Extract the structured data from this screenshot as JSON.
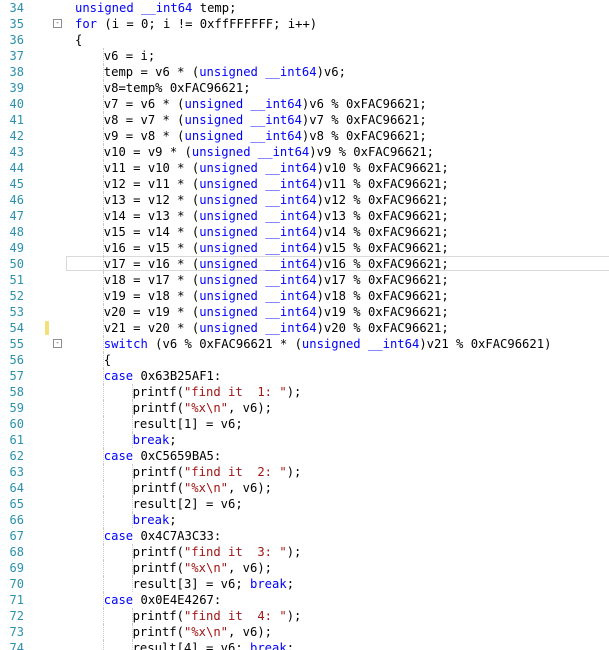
{
  "editor": {
    "lines": [
      {
        "n": "34",
        "indent": "    ",
        "segs": [
          {
            "t": "unsigned __int64",
            "c": "kw"
          },
          {
            "t": " temp;",
            "c": "txt"
          }
        ]
      },
      {
        "n": "35",
        "fold": true,
        "indent": "    ",
        "segs": [
          {
            "t": "for",
            "c": "kw"
          },
          {
            "t": " (i = 0; i != 0xffFFFFFF; i++)",
            "c": "txt"
          }
        ]
      },
      {
        "n": "36",
        "indent": "    ",
        "segs": [
          {
            "t": "{",
            "c": "txt"
          }
        ]
      },
      {
        "n": "37",
        "indent": "        ",
        "segs": [
          {
            "t": "v6 = i;",
            "c": "txt"
          }
        ]
      },
      {
        "n": "38",
        "indent": "        ",
        "segs": [
          {
            "t": "temp = v6 * (",
            "c": "txt"
          },
          {
            "t": "unsigned __int64",
            "c": "kw"
          },
          {
            "t": ")v6;",
            "c": "txt"
          }
        ]
      },
      {
        "n": "39",
        "indent": "        ",
        "segs": [
          {
            "t": "v8=temp% 0xFAC96621;",
            "c": "txt"
          }
        ]
      },
      {
        "n": "40",
        "indent": "        ",
        "segs": [
          {
            "t": "v7 = v6 * (",
            "c": "txt"
          },
          {
            "t": "unsigned __int64",
            "c": "kw"
          },
          {
            "t": ")v6 % 0xFAC96621;",
            "c": "txt"
          }
        ]
      },
      {
        "n": "41",
        "indent": "        ",
        "segs": [
          {
            "t": "v8 = v7 * (",
            "c": "txt"
          },
          {
            "t": "unsigned __int64",
            "c": "kw"
          },
          {
            "t": ")v7 % 0xFAC96621;",
            "c": "txt"
          }
        ]
      },
      {
        "n": "42",
        "indent": "        ",
        "segs": [
          {
            "t": "v9 = v8 * (",
            "c": "txt"
          },
          {
            "t": "unsigned __int64",
            "c": "kw"
          },
          {
            "t": ")v8 % 0xFAC96621;",
            "c": "txt"
          }
        ]
      },
      {
        "n": "43",
        "indent": "        ",
        "segs": [
          {
            "t": "v10 = v9 * (",
            "c": "txt"
          },
          {
            "t": "unsigned __int64",
            "c": "kw"
          },
          {
            "t": ")v9 % 0xFAC96621;",
            "c": "txt"
          }
        ]
      },
      {
        "n": "44",
        "indent": "        ",
        "segs": [
          {
            "t": "v11 = v10 * (",
            "c": "txt"
          },
          {
            "t": "unsigned __int64",
            "c": "kw"
          },
          {
            "t": ")v10 % 0xFAC96621;",
            "c": "txt"
          }
        ]
      },
      {
        "n": "45",
        "indent": "        ",
        "segs": [
          {
            "t": "v12 = v11 * (",
            "c": "txt"
          },
          {
            "t": "unsigned __int64",
            "c": "kw"
          },
          {
            "t": ")v11 % 0xFAC96621;",
            "c": "txt"
          }
        ]
      },
      {
        "n": "46",
        "indent": "        ",
        "segs": [
          {
            "t": "v13 = v12 * (",
            "c": "txt"
          },
          {
            "t": "unsigned __int64",
            "c": "kw"
          },
          {
            "t": ")v12 % 0xFAC96621;",
            "c": "txt"
          }
        ]
      },
      {
        "n": "47",
        "indent": "        ",
        "segs": [
          {
            "t": "v14 = v13 * (",
            "c": "txt"
          },
          {
            "t": "unsigned __int64",
            "c": "kw"
          },
          {
            "t": ")v13 % 0xFAC96621;",
            "c": "txt"
          }
        ]
      },
      {
        "n": "48",
        "indent": "        ",
        "segs": [
          {
            "t": "v15 = v14 * (",
            "c": "txt"
          },
          {
            "t": "unsigned __int64",
            "c": "kw"
          },
          {
            "t": ")v14 % 0xFAC96621;",
            "c": "txt"
          }
        ]
      },
      {
        "n": "49",
        "indent": "        ",
        "segs": [
          {
            "t": "v16 = v15 * (",
            "c": "txt"
          },
          {
            "t": "unsigned __int64",
            "c": "kw"
          },
          {
            "t": ")v15 % 0xFAC96621;",
            "c": "txt"
          }
        ]
      },
      {
        "n": "50",
        "current": true,
        "indent": "        ",
        "segs": [
          {
            "t": "v17 = v16 * (",
            "c": "txt"
          },
          {
            "t": "unsigned __int64",
            "c": "kw"
          },
          {
            "t": ")v16 % 0xFAC96621;",
            "c": "txt"
          }
        ]
      },
      {
        "n": "51",
        "indent": "        ",
        "segs": [
          {
            "t": "v18 = v17 * (",
            "c": "txt"
          },
          {
            "t": "unsigned __int64",
            "c": "kw"
          },
          {
            "t": ")v17 % 0xFAC96621;",
            "c": "txt"
          }
        ]
      },
      {
        "n": "52",
        "indent": "        ",
        "segs": [
          {
            "t": "v19 = v18 * (",
            "c": "txt"
          },
          {
            "t": "unsigned __int64",
            "c": "kw"
          },
          {
            "t": ")v18 % 0xFAC96621;",
            "c": "txt"
          }
        ]
      },
      {
        "n": "53",
        "indent": "        ",
        "segs": [
          {
            "t": "v20 = v19 * (",
            "c": "txt"
          },
          {
            "t": "unsigned __int64",
            "c": "kw"
          },
          {
            "t": ")v19 % 0xFAC96621;",
            "c": "txt"
          }
        ]
      },
      {
        "n": "54",
        "mark": true,
        "indent": "        ",
        "segs": [
          {
            "t": "v21 = v20 * (",
            "c": "txt"
          },
          {
            "t": "unsigned __int64",
            "c": "kw"
          },
          {
            "t": ")v20 % 0xFAC96621;",
            "c": "txt"
          }
        ]
      },
      {
        "n": "55",
        "fold": true,
        "indent": "        ",
        "segs": [
          {
            "t": "switch",
            "c": "kw"
          },
          {
            "t": " (v6 % 0xFAC96621 * (",
            "c": "txt"
          },
          {
            "t": "unsigned __int64",
            "c": "kw"
          },
          {
            "t": ")v21 % 0xFAC96621)",
            "c": "txt"
          }
        ]
      },
      {
        "n": "56",
        "indent": "        ",
        "segs": [
          {
            "t": "{",
            "c": "txt"
          }
        ]
      },
      {
        "n": "57",
        "indent": "        ",
        "segs": [
          {
            "t": "case",
            "c": "kw"
          },
          {
            "t": " 0x63B25AF1:",
            "c": "txt"
          }
        ]
      },
      {
        "n": "58",
        "indent": "            ",
        "segs": [
          {
            "t": "printf(",
            "c": "txt"
          },
          {
            "t": "\"find it  1: \"",
            "c": "str"
          },
          {
            "t": ");",
            "c": "txt"
          }
        ]
      },
      {
        "n": "59",
        "indent": "            ",
        "segs": [
          {
            "t": "printf(",
            "c": "txt"
          },
          {
            "t": "\"%x\\n\"",
            "c": "str"
          },
          {
            "t": ", v6);",
            "c": "txt"
          }
        ]
      },
      {
        "n": "60",
        "indent": "            ",
        "segs": [
          {
            "t": "result[1] = v6;",
            "c": "txt"
          }
        ]
      },
      {
        "n": "61",
        "indent": "            ",
        "segs": [
          {
            "t": "break",
            "c": "kw"
          },
          {
            "t": ";",
            "c": "txt"
          }
        ]
      },
      {
        "n": "62",
        "indent": "        ",
        "segs": [
          {
            "t": "case",
            "c": "kw"
          },
          {
            "t": " 0xC5659BA5:",
            "c": "txt"
          }
        ]
      },
      {
        "n": "63",
        "indent": "            ",
        "segs": [
          {
            "t": "printf(",
            "c": "txt"
          },
          {
            "t": "\"find it  2: \"",
            "c": "str"
          },
          {
            "t": ");",
            "c": "txt"
          }
        ]
      },
      {
        "n": "64",
        "indent": "            ",
        "segs": [
          {
            "t": "printf(",
            "c": "txt"
          },
          {
            "t": "\"%x\\n\"",
            "c": "str"
          },
          {
            "t": ", v6);",
            "c": "txt"
          }
        ]
      },
      {
        "n": "65",
        "indent": "            ",
        "segs": [
          {
            "t": "result[2] = v6;",
            "c": "txt"
          }
        ]
      },
      {
        "n": "66",
        "indent": "            ",
        "segs": [
          {
            "t": "break",
            "c": "kw"
          },
          {
            "t": ";",
            "c": "txt"
          }
        ]
      },
      {
        "n": "67",
        "indent": "        ",
        "segs": [
          {
            "t": "case",
            "c": "kw"
          },
          {
            "t": " 0x4C7A3C33:",
            "c": "txt"
          }
        ]
      },
      {
        "n": "68",
        "indent": "            ",
        "segs": [
          {
            "t": "printf(",
            "c": "txt"
          },
          {
            "t": "\"find it  3: \"",
            "c": "str"
          },
          {
            "t": ");",
            "c": "txt"
          }
        ]
      },
      {
        "n": "69",
        "indent": "            ",
        "segs": [
          {
            "t": "printf(",
            "c": "txt"
          },
          {
            "t": "\"%x\\n\"",
            "c": "str"
          },
          {
            "t": ", v6);",
            "c": "txt"
          }
        ]
      },
      {
        "n": "70",
        "indent": "            ",
        "segs": [
          {
            "t": "result[3] = v6; ",
            "c": "txt"
          },
          {
            "t": "break",
            "c": "kw"
          },
          {
            "t": ";",
            "c": "txt"
          }
        ]
      },
      {
        "n": "71",
        "indent": "        ",
        "segs": [
          {
            "t": "case",
            "c": "kw"
          },
          {
            "t": " 0x0E4E4267:",
            "c": "txt"
          }
        ]
      },
      {
        "n": "72",
        "indent": "            ",
        "segs": [
          {
            "t": "printf(",
            "c": "txt"
          },
          {
            "t": "\"find it  4: \"",
            "c": "str"
          },
          {
            "t": ");",
            "c": "txt"
          }
        ]
      },
      {
        "n": "73",
        "indent": "            ",
        "segs": [
          {
            "t": "printf(",
            "c": "txt"
          },
          {
            "t": "\"%x\\n\"",
            "c": "str"
          },
          {
            "t": ", v6);",
            "c": "txt"
          }
        ]
      },
      {
        "n": "74",
        "indent": "            ",
        "segs": [
          {
            "t": "result[4] = v6; ",
            "c": "txt"
          },
          {
            "t": "break",
            "c": "kw"
          },
          {
            "t": ";",
            "c": "txt"
          }
        ]
      }
    ],
    "colors": {
      "keyword": "#0000ff",
      "string": "#a31515",
      "line_number": "#2b91af",
      "change_mark": "#f4e07a"
    }
  }
}
